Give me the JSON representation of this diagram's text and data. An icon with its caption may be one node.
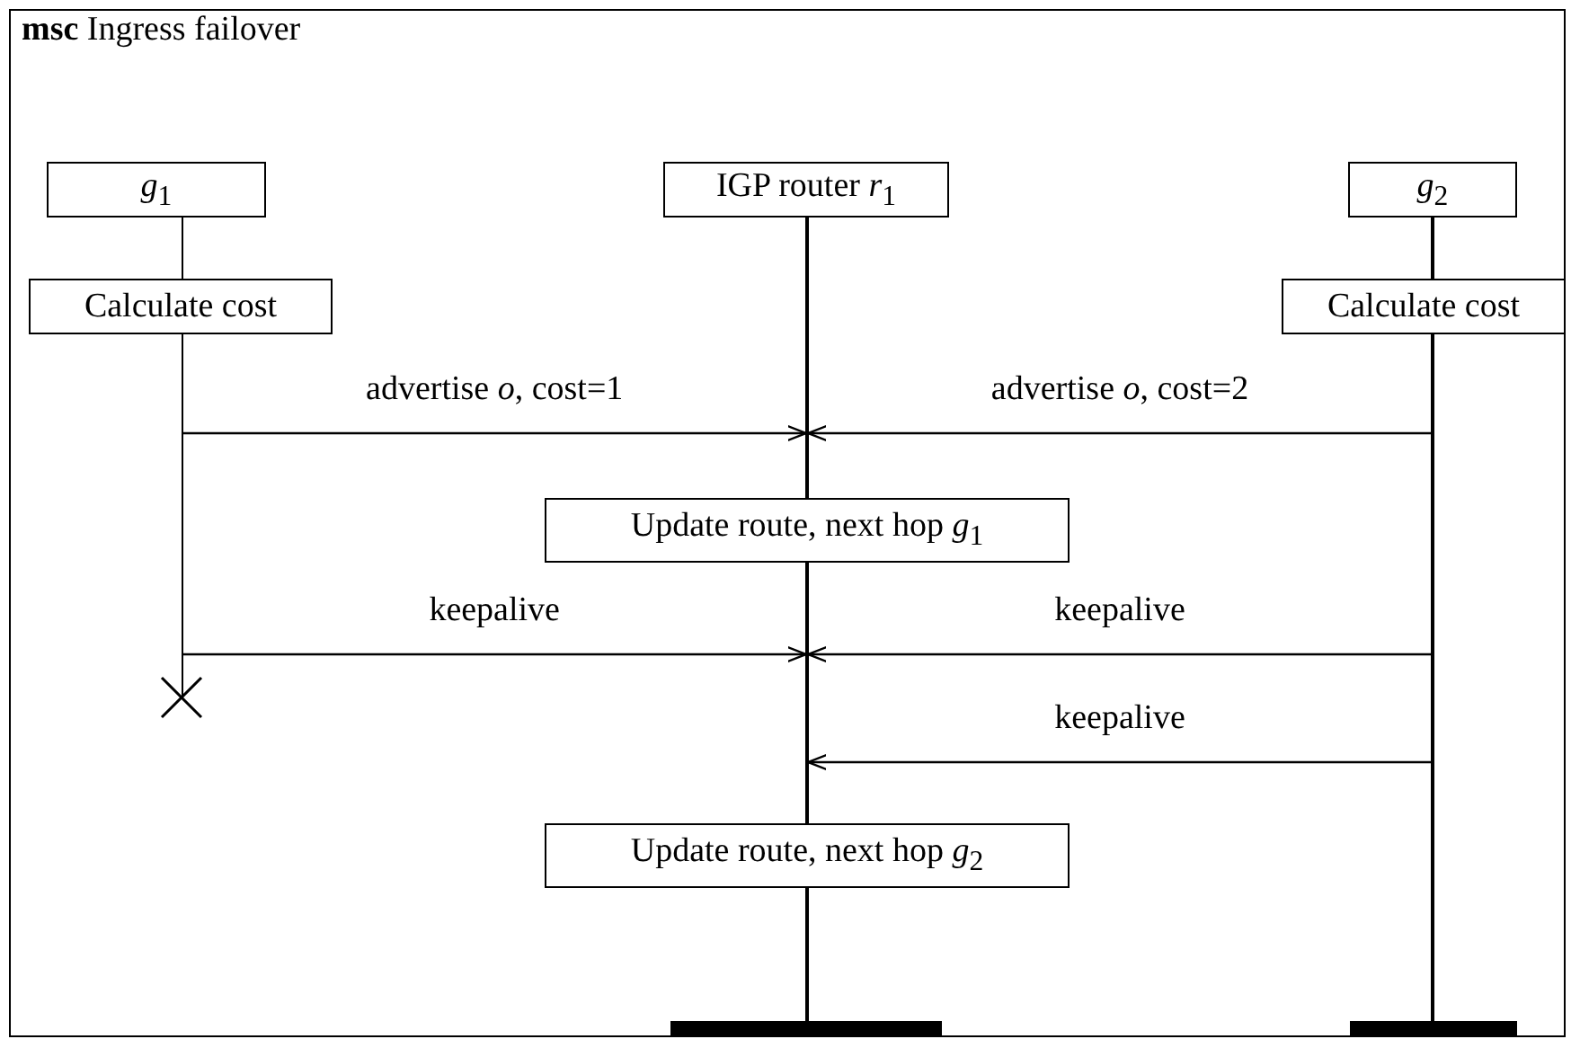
{
  "diagram": {
    "title": "**msc** Ingress failover",
    "nodes": [
      {
        "text": [
          "*g*$_{1}$"
        ]
      },
      {
        "text": [
          "IGP router *r*$_{1}$"
        ]
      },
      {
        "text": [
          "*g*$_{2}$"
        ]
      },
      {
        "text": [
          "Calculate cost"
        ]
      },
      {
        "text": [
          "Calculate cost"
        ]
      },
      {
        "text": [
          "Update route, next hop *g*$_{1}$"
        ]
      },
      {
        "text": [],
        "shape": "cross"
      },
      {
        "text": [
          "Update route, next hop *g*$_{2}$"
        ]
      },
      {
        "text": [],
        "shape": "bar"
      },
      {
        "text": [],
        "shape": "bar"
      },
      {
        "text": [],
        "shape": "line"
      },
      {
        "text": [],
        "shape": "line"
      },
      {
        "text": [],
        "shape": "line"
      },
      {
        "text": [],
        "shape": "line"
      },
      {
        "text": [],
        "shape": "line"
      },
      {
        "text": [],
        "shape": "line"
      },
      {
        "text": [],
        "shape": "line"
      }
    ],
    "edges": [
      {
        "from": 13,
        "to": 11,
        "arrow": "to",
        "label": "advertise *o*, cost=1"
      },
      {
        "from": 14,
        "to": 11,
        "arrow": "to",
        "label": "advertise *o*, cost=2"
      },
      {
        "from": 13,
        "to": 15,
        "arrow": "to",
        "label": "keepalive"
      },
      {
        "from": 14,
        "to": 15,
        "arrow": "to",
        "label": "keepalive"
      },
      {
        "from": 14,
        "to": 15,
        "arrow": "to",
        "label": "keepalive"
      }
    ]
  }
}
